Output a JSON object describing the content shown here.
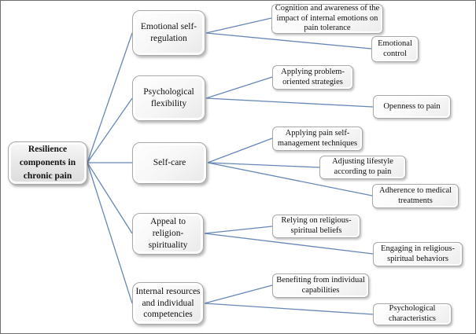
{
  "diagram": {
    "type": "hierarchy",
    "direction": "left-to-right",
    "colors": {
      "connector": "#6787b7",
      "node_border": "#a8a8a8",
      "node_fill": "#f6f6f6",
      "root_fill": "#e6e6e6",
      "text": "#111111",
      "frame_border": "#6e6e6e"
    },
    "root": {
      "label": "Resilience components in chronic pain"
    },
    "branches": [
      {
        "label": "Emotional self-regulation",
        "children": [
          {
            "label": "Cognition and awareness of the impact of internal emotions on pain tolerance"
          },
          {
            "label": "Emotional control"
          }
        ]
      },
      {
        "label": "Psychological flexibility",
        "children": [
          {
            "label": "Applying problem-oriented strategies"
          },
          {
            "label": "Openness to pain"
          }
        ]
      },
      {
        "label": "Self-care",
        "children": [
          {
            "label": "Applying pain self-management techniques"
          },
          {
            "label": "Adjusting lifestyle according to pain"
          },
          {
            "label": "Adherence to medical treatments"
          }
        ]
      },
      {
        "label": "Appeal to religion-spirituality",
        "children": [
          {
            "label": "Relying on religious-spiritual beliefs"
          },
          {
            "label": "Engaging in religious-spiritual behaviors"
          }
        ]
      },
      {
        "label": "Internal resources and individual competencies",
        "children": [
          {
            "label": "Benefiting from individual capabilities"
          },
          {
            "label": "Psychological characteristics"
          }
        ]
      }
    ]
  }
}
